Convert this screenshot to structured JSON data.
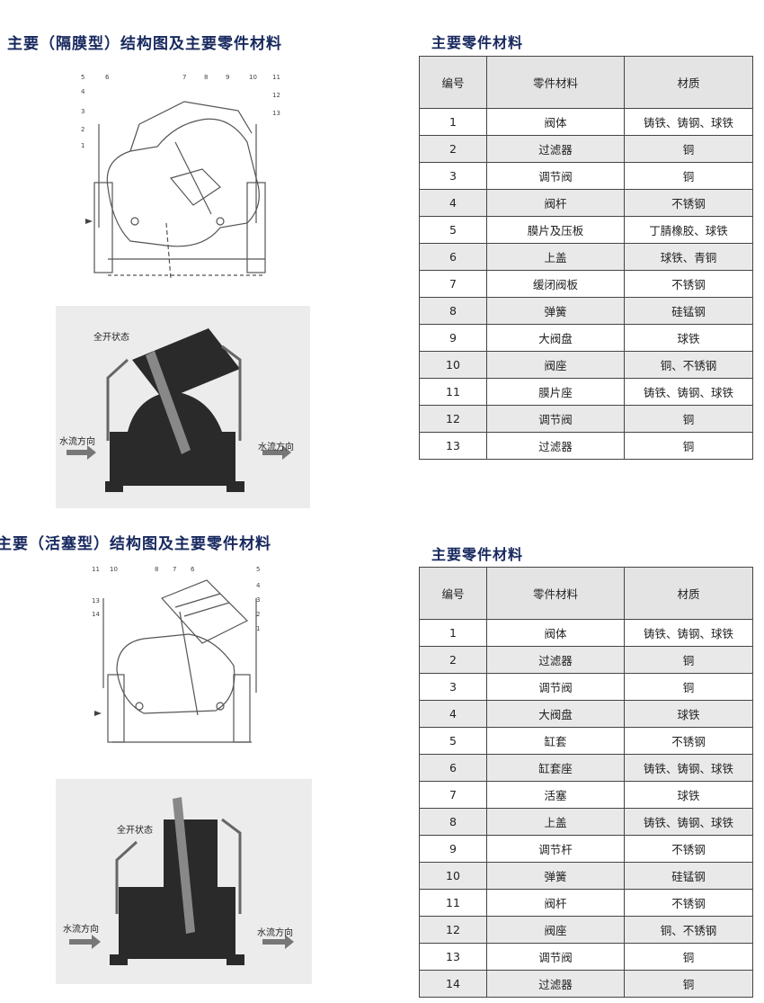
{
  "section1": {
    "heading": "主要（隔膜型）结构图及主要零件材料",
    "table_title": "主要零件材料",
    "headers": [
      "编号",
      "零件材料",
      "材质"
    ],
    "rows": [
      [
        "1",
        "阀体",
        "铸铁、铸钢、球铁"
      ],
      [
        "2",
        "过滤器",
        "铜"
      ],
      [
        "3",
        "调节阀",
        "铜"
      ],
      [
        "4",
        "阀杆",
        "不锈钢"
      ],
      [
        "5",
        "膜片及压板",
        "丁腈橡胶、球铁"
      ],
      [
        "6",
        "上盖",
        "球铁、青铜"
      ],
      [
        "7",
        "缓闭阀板",
        "不锈钢"
      ],
      [
        "8",
        "弹簧",
        "硅锰钢"
      ],
      [
        "9",
        "大阀盘",
        "球铁"
      ],
      [
        "10",
        "阀座",
        "铜、不锈钢"
      ],
      [
        "11",
        "膜片座",
        "铸铁、铸钢、球铁"
      ],
      [
        "12",
        "调节阀",
        "铜"
      ],
      [
        "13",
        "过滤器",
        "铜"
      ]
    ],
    "drawing_numbers": [
      "5",
      "6",
      "4",
      "3",
      "2",
      "1",
      "7",
      "8",
      "9",
      "10",
      "11",
      "12",
      "13"
    ],
    "photo_labels": {
      "state": "全开状态",
      "flow_in": "水流方向",
      "flow_out": "水流方向"
    }
  },
  "section2": {
    "heading": "主要（活塞型）结构图及主要零件材料",
    "table_title": "主要零件材料",
    "headers": [
      "编号",
      "零件材料",
      "材质"
    ],
    "rows": [
      [
        "1",
        "阀体",
        "铸铁、铸钢、球铁"
      ],
      [
        "2",
        "过滤器",
        "铜"
      ],
      [
        "3",
        "调节阀",
        "铜"
      ],
      [
        "4",
        "大阀盘",
        "球铁"
      ],
      [
        "5",
        "缸套",
        "不锈钢"
      ],
      [
        "6",
        "缸套座",
        "铸铁、铸钢、球铁"
      ],
      [
        "7",
        "活塞",
        "球铁"
      ],
      [
        "8",
        "上盖",
        "铸铁、铸钢、球铁"
      ],
      [
        "9",
        "调节杆",
        "不锈钢"
      ],
      [
        "10",
        "弹簧",
        "硅锰钢"
      ],
      [
        "11",
        "阀杆",
        "不锈钢"
      ],
      [
        "12",
        "阀座",
        "铜、不锈钢"
      ],
      [
        "13",
        "调节阀",
        "铜"
      ],
      [
        "14",
        "过滤器",
        "铜"
      ]
    ],
    "drawing_numbers": [
      "11",
      "10",
      "8",
      "7",
      "6",
      "5",
      "13",
      "14",
      "4",
      "3",
      "2",
      "1"
    ],
    "photo_labels": {
      "state": "全开状态",
      "flow_in": "水流方向",
      "flow_out": "水流方向"
    }
  },
  "colors": {
    "heading": "#17285e",
    "table_header_bg": "#e4e4e4",
    "alt_row_bg": "#e9e9e9",
    "valve_body": "#2a2a2a",
    "arrow": "#777777"
  }
}
